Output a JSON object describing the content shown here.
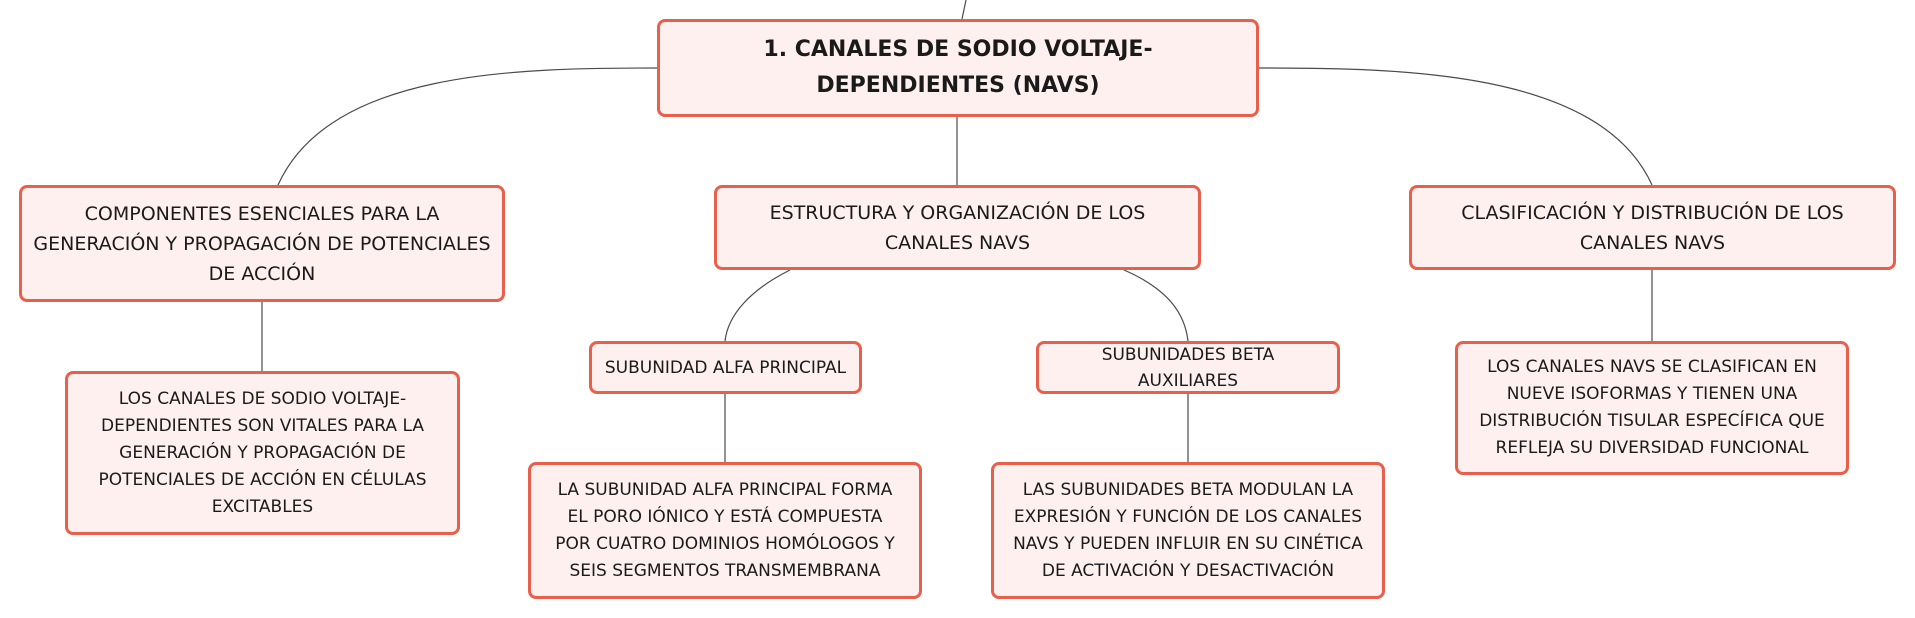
{
  "colors": {
    "node_border": "#e8604c",
    "node_fill": "#fdf0ee",
    "connector": "#4a4a4a",
    "text": "#1a1a1a"
  },
  "root": {
    "title": "1. CANALES DE SODIO VOLTAJE-DEPENDIENTES (NAVS)"
  },
  "branches": {
    "componentes": {
      "title": "COMPONENTES ESENCIALES PARA LA GENERACIÓN Y PROPAGACIÓN DE POTENCIALES DE ACCIÓN",
      "detail": "LOS CANALES DE SODIO VOLTAJE-DEPENDIENTES SON VITALES PARA LA GENERACIÓN Y PROPAGACIÓN DE POTENCIALES DE ACCIÓN EN CÉLULAS EXCITABLES"
    },
    "estructura": {
      "title": "ESTRUCTURA Y ORGANIZACIÓN DE LOS CANALES NAVS",
      "alfa": {
        "title": "SUBUNIDAD ALFA PRINCIPAL",
        "detail": "LA SUBUNIDAD ALFA PRINCIPAL FORMA EL PORO IÓNICO Y ESTÁ COMPUESTA POR CUATRO DOMINIOS HOMÓLOGOS Y SEIS SEGMENTOS TRANSMEMBRANA"
      },
      "beta": {
        "title": "SUBUNIDADES BETA AUXILIARES",
        "detail": "LAS SUBUNIDADES BETA MODULAN LA EXPRESIÓN Y FUNCIÓN DE LOS CANALES NAVS Y PUEDEN INFLUIR EN SU CINÉTICA DE ACTIVACIÓN Y DESACTIVACIÓN"
      }
    },
    "clasificacion": {
      "title": "CLASIFICACIÓN Y DISTRIBUCIÓN DE LOS CANALES NAVS",
      "detail": "LOS CANALES NAVS SE CLASIFICAN EN NUEVE ISOFORMAS Y TIENEN UNA DISTRIBUCIÓN TISULAR ESPECÍFICA QUE REFLEJA SU DIVERSIDAD FUNCIONAL"
    }
  }
}
